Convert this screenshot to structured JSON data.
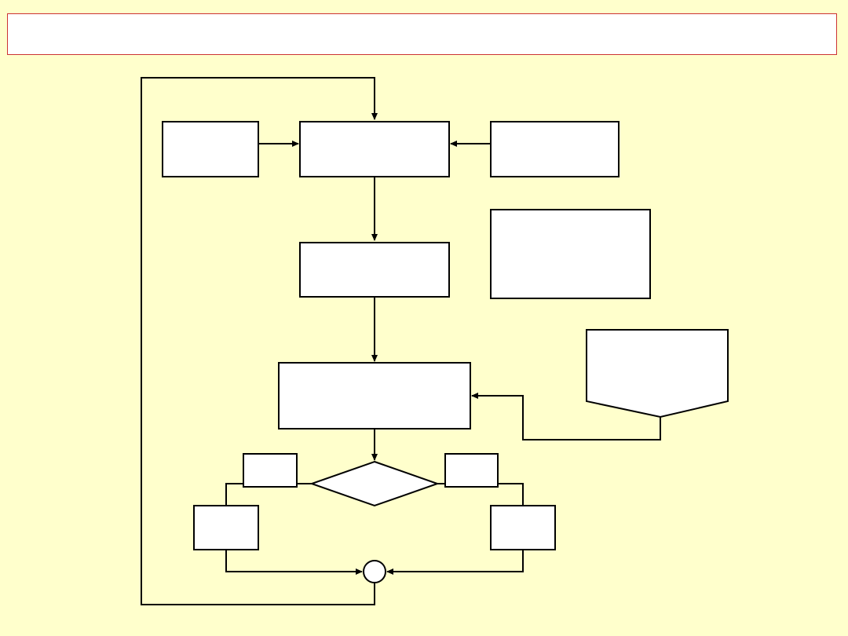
{
  "slide": {
    "title": "",
    "background_color": "#ffffcc",
    "title_border_color": "#cc3333"
  },
  "diagram": {
    "line_color": "#000000",
    "box_fill": "#ffffff",
    "nodes": [
      {
        "id": "left-input",
        "shape": "rectangle",
        "label": ""
      },
      {
        "id": "central-process",
        "shape": "rectangle",
        "label": ""
      },
      {
        "id": "right-input",
        "shape": "rectangle",
        "label": ""
      },
      {
        "id": "side-note",
        "shape": "rectangle",
        "label": ""
      },
      {
        "id": "second-process",
        "shape": "rectangle",
        "label": ""
      },
      {
        "id": "third-process",
        "shape": "rectangle",
        "label": ""
      },
      {
        "id": "document",
        "shape": "document",
        "label": ""
      },
      {
        "id": "decision",
        "shape": "diamond",
        "label": ""
      },
      {
        "id": "left-branch-label",
        "shape": "rectangle",
        "label": ""
      },
      {
        "id": "right-branch-label",
        "shape": "rectangle",
        "label": ""
      },
      {
        "id": "left-outcome",
        "shape": "rectangle",
        "label": ""
      },
      {
        "id": "right-outcome",
        "shape": "rectangle",
        "label": ""
      },
      {
        "id": "junction",
        "shape": "circle",
        "label": ""
      }
    ],
    "edges": [
      {
        "from": "left-input",
        "to": "central-process"
      },
      {
        "from": "right-input",
        "to": "central-process"
      },
      {
        "from": "central-process",
        "to": "second-process"
      },
      {
        "from": "second-process",
        "to": "third-process"
      },
      {
        "from": "document",
        "to": "third-process"
      },
      {
        "from": "third-process",
        "to": "decision"
      },
      {
        "from": "decision",
        "to": "left-outcome"
      },
      {
        "from": "decision",
        "to": "right-outcome"
      },
      {
        "from": "left-outcome",
        "to": "junction"
      },
      {
        "from": "right-outcome",
        "to": "junction"
      },
      {
        "from": "junction",
        "to": "central-process"
      }
    ]
  }
}
